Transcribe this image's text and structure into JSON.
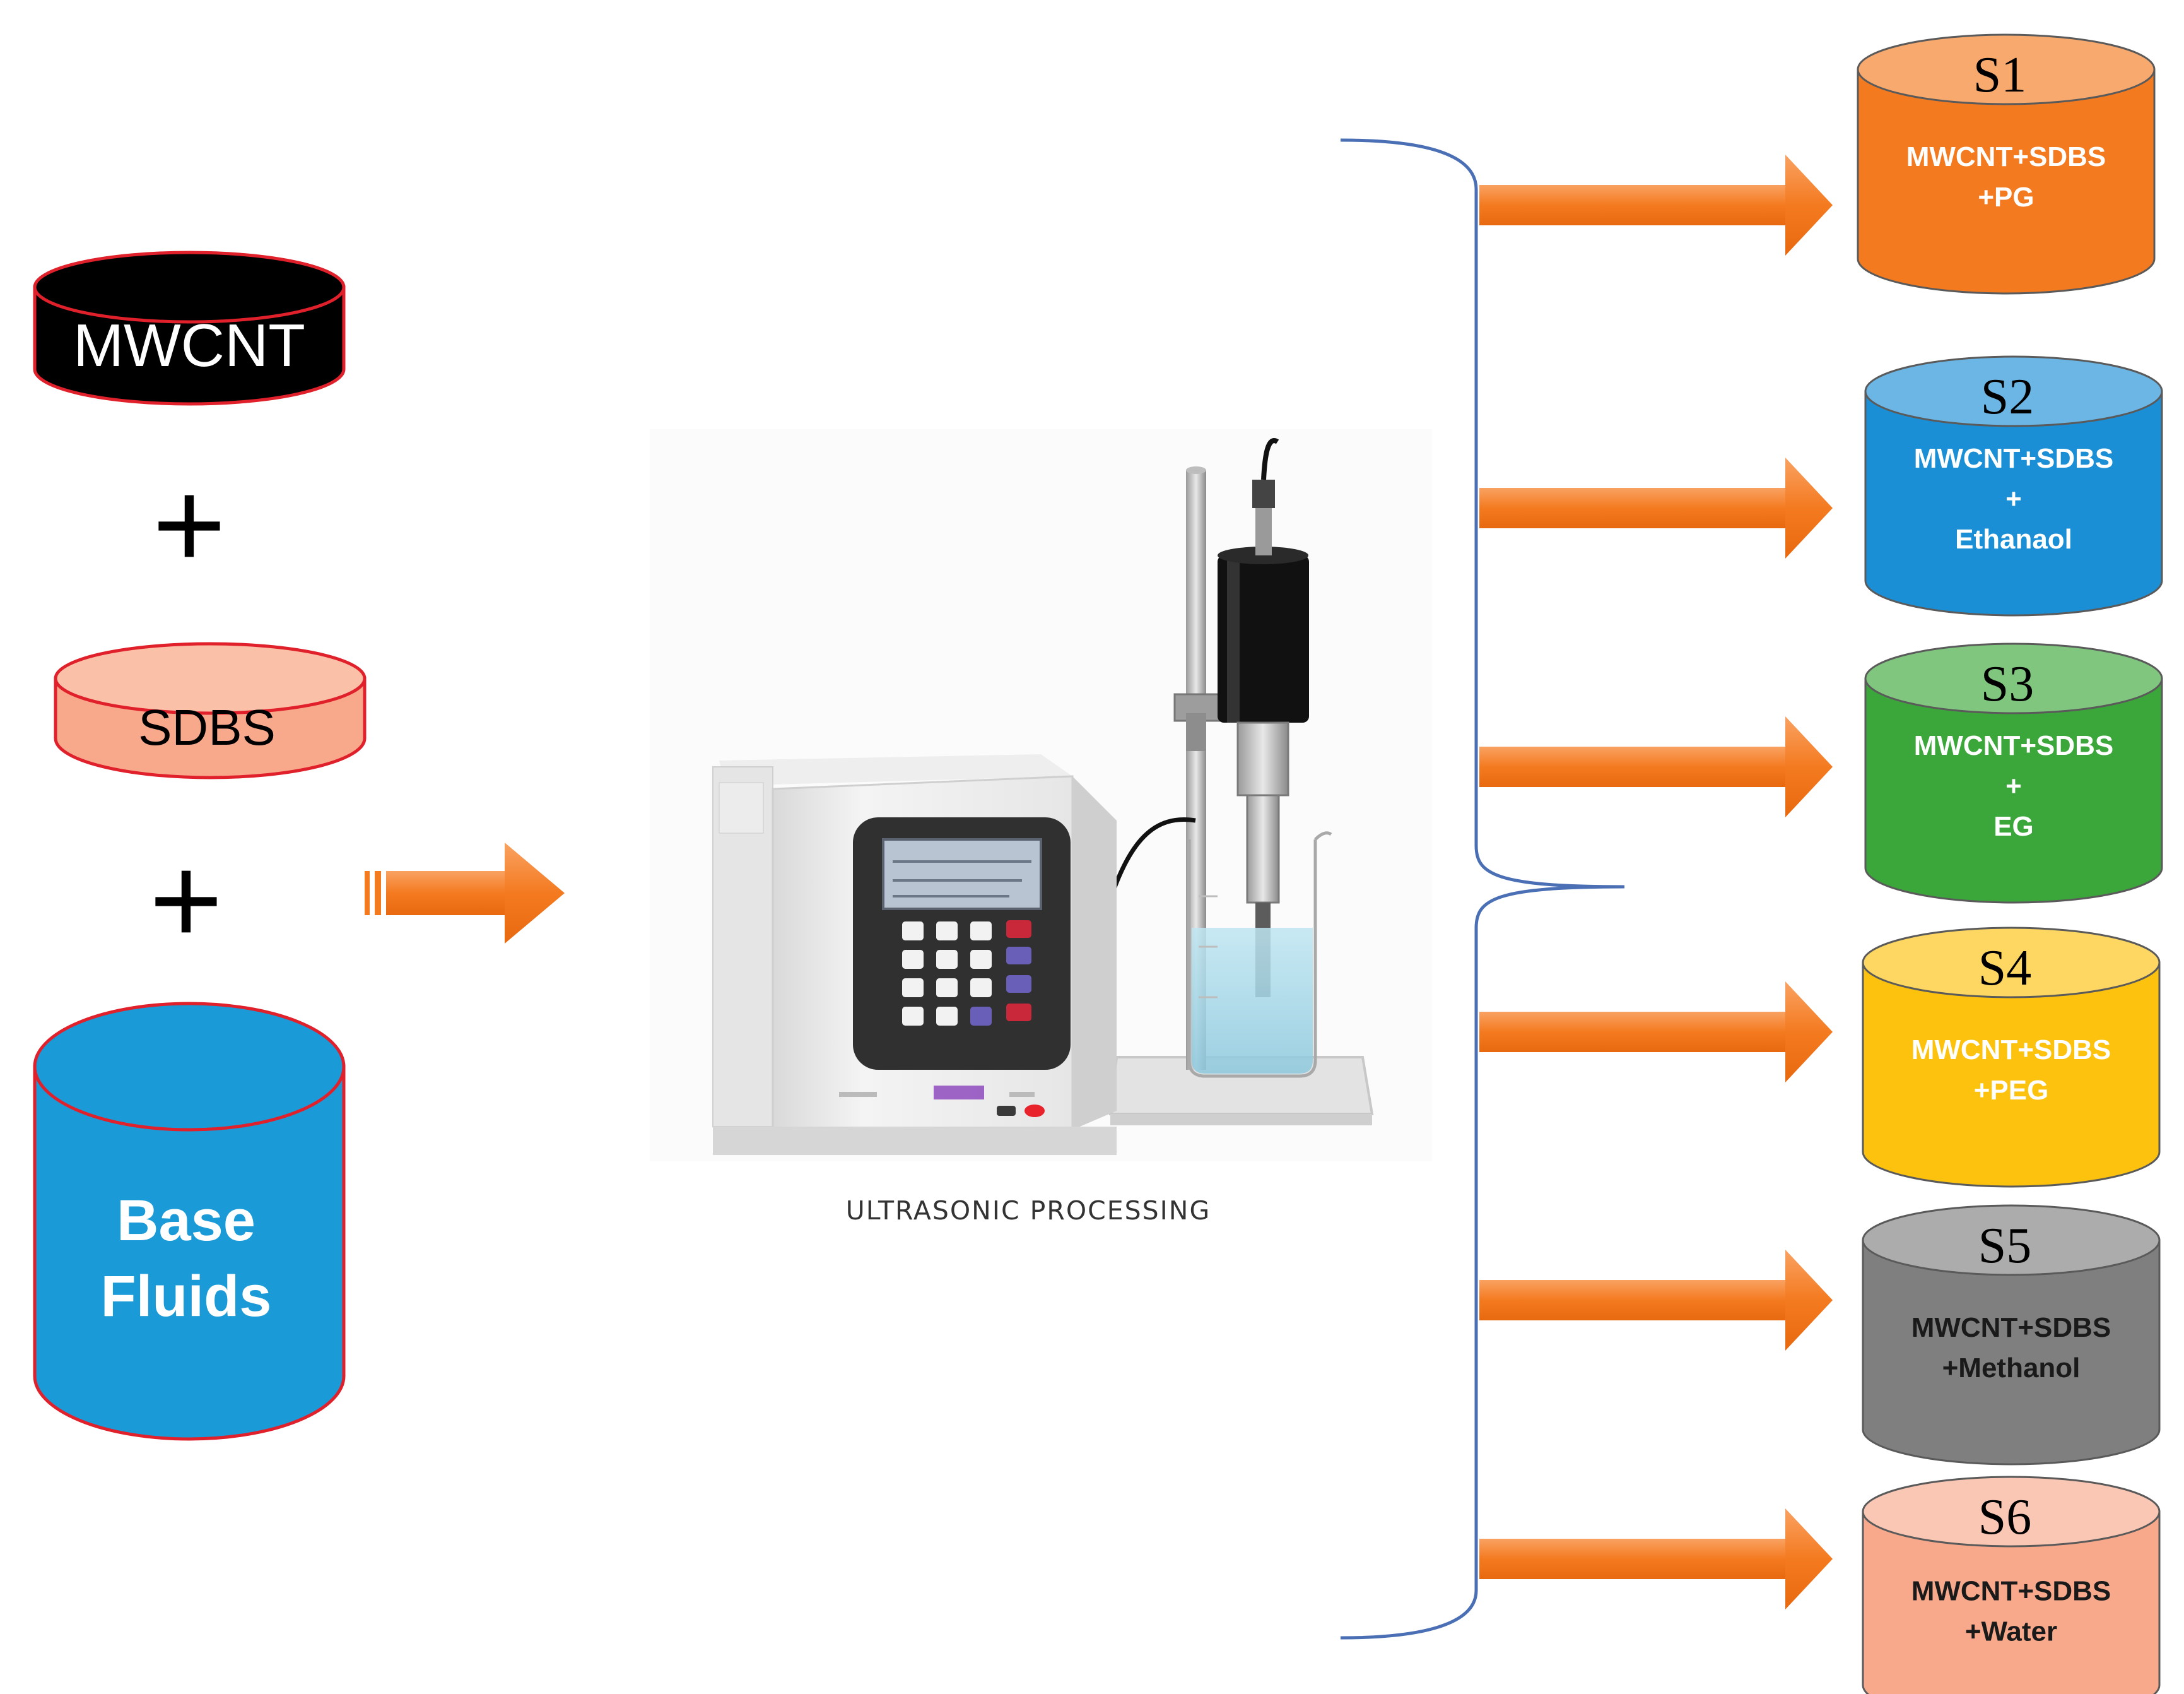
{
  "inputs": {
    "mwcnt": {
      "label": "MWCNT",
      "color": "#000000",
      "text_color": "#ffffff"
    },
    "plus_1": "+",
    "sdbs": {
      "label": "SDBS",
      "color": "#f8a98c",
      "text_color": "#000000"
    },
    "plus_2": "+",
    "base_fluids": {
      "label_line1": "Base",
      "label_line2": "Fluids",
      "color": "#1b9ad8",
      "text_color": "#ffffff"
    }
  },
  "process": {
    "caption": "ULTRASONIC PROCESSING"
  },
  "samples": [
    {
      "id": "S1",
      "lines": [
        "MWCNT+SDBS",
        "+PG"
      ],
      "color": "#f47a20"
    },
    {
      "id": "S2",
      "lines": [
        "MWCNT+SDBS",
        "+",
        "Ethanaol"
      ],
      "color": "#1b8fd6"
    },
    {
      "id": "S3",
      "lines": [
        "MWCNT+SDBS",
        "+",
        "EG"
      ],
      "color": "#3ba73a"
    },
    {
      "id": "S4",
      "lines": [
        "MWCNT+SDBS",
        "+PEG"
      ],
      "color": "#fcc20e"
    },
    {
      "id": "S5",
      "lines": [
        "MWCNT+SDBS",
        "+Methanol"
      ],
      "color": "#7f7f7f"
    },
    {
      "id": "S6",
      "lines": [
        "MWCNT+SDBS",
        "+Water"
      ],
      "color": "#f8a98c"
    }
  ],
  "colors": {
    "arrow": "#f47a20",
    "brace": "#4a6fb5",
    "cylinder_outline": "#e0202a"
  }
}
